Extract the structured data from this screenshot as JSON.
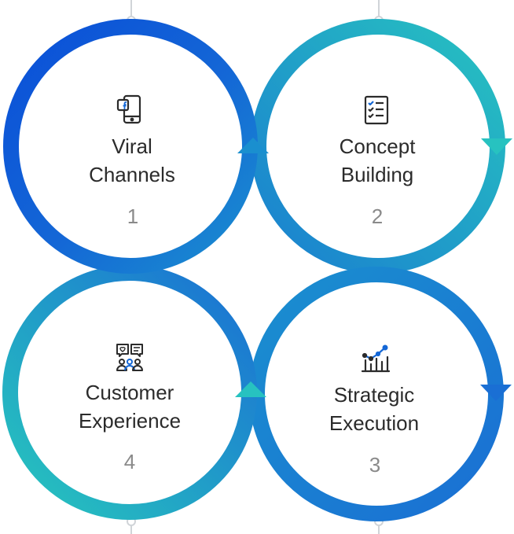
{
  "colors": {
    "blue_dark": "#0a4fd8",
    "blue_mid": "#1a8fcf",
    "teal": "#27c2c0",
    "text": "#2b2b2b",
    "number": "#8a8a8a",
    "connector": "#d0d4d8"
  },
  "steps": [
    {
      "line1": "Viral",
      "line2": "Channels",
      "number": "1",
      "icon": "mobile-facebook-icon"
    },
    {
      "line1": "Concept",
      "line2": "Building",
      "number": "2",
      "icon": "checklist-icon"
    },
    {
      "line1": "Strategic",
      "line2": "Execution",
      "number": "3",
      "icon": "growth-chart-icon"
    },
    {
      "line1": "Customer",
      "line2": "Experience",
      "number": "4",
      "icon": "customer-feedback-icon"
    }
  ]
}
